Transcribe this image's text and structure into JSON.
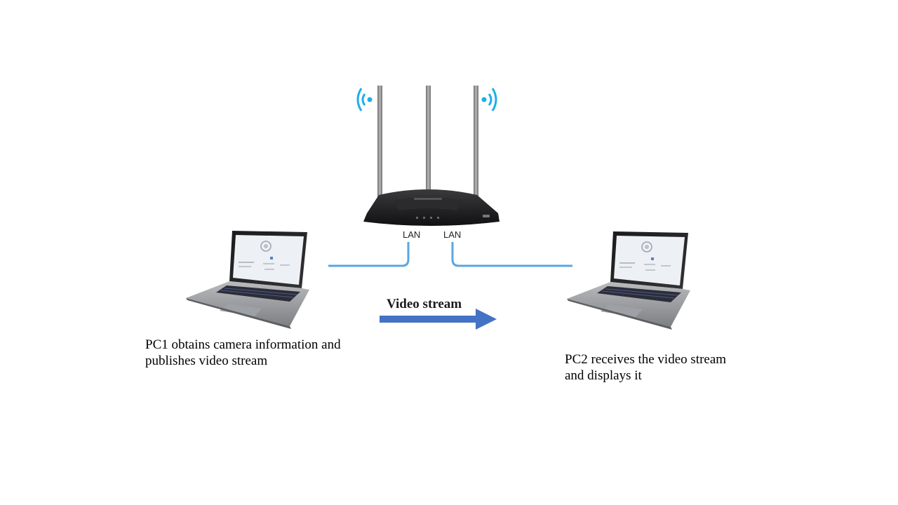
{
  "nodes": {
    "router": {
      "port_labels": [
        "LAN",
        "LAN"
      ]
    },
    "pc1": {
      "caption": "PC1 obtains camera information and\npublishes video stream"
    },
    "pc2": {
      "caption": "PC2 receives the video stream\nand displays it"
    }
  },
  "flow": {
    "label": "Video stream",
    "from": "pc1",
    "to": "pc2"
  },
  "colors": {
    "cable": "#5aa6e0",
    "arrow": "#4472c4",
    "wifi": "#1eaee8",
    "router_body": "#1c1c1e",
    "antenna": "#8f8f8f",
    "laptop_body": "#a7a9ac",
    "laptop_screen": "#eef1f5",
    "keyboard": "#2c2c36"
  }
}
